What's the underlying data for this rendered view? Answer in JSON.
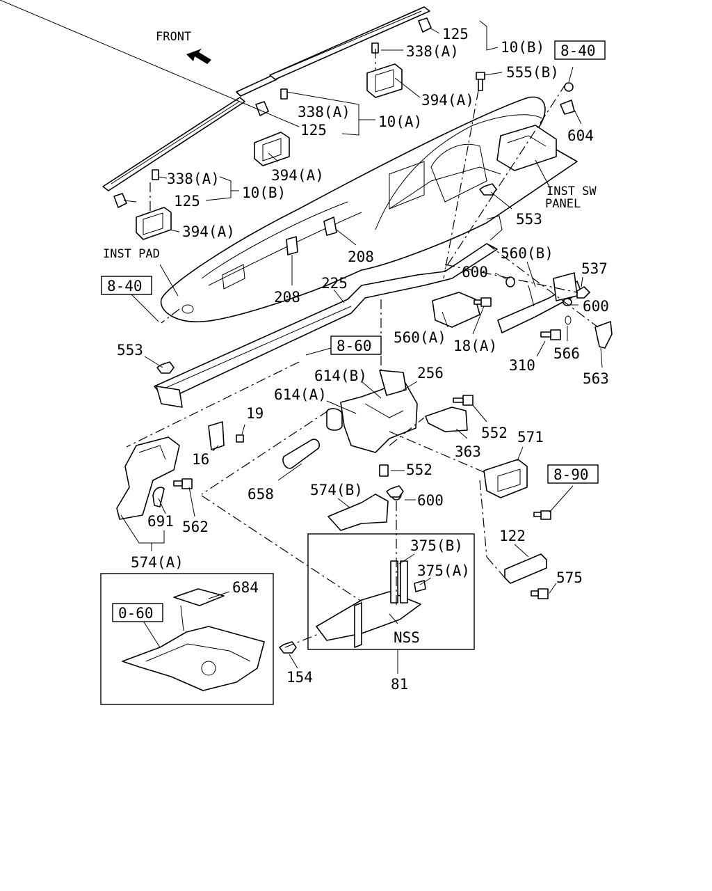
{
  "diagram": {
    "direction_label": "FRONT",
    "labels": {
      "p125_top": "125",
      "p10b_top": "10(B)",
      "p338a_top": "338(A)",
      "p555b": "555(B)",
      "p394a_top": "394(A)",
      "ref_8_40_top": "8-40",
      "p604": "604",
      "p338a_mid": "338(A)",
      "p10a": "10(A)",
      "p125_mid": "125",
      "p394a_mid": "394(A)",
      "inst_sw_panel_1": "INST SW",
      "inst_sw_panel_2": "PANEL",
      "p338a_left": "338(A)",
      "p10b_left": "10(B)",
      "p125_left": "125",
      "p553_top": "553",
      "p394a_left": "394(A)",
      "inst_pad": "INST PAD",
      "p208_a": "208",
      "p208_b": "208",
      "p560b": "560(B)",
      "p537": "537",
      "p600_a": "600",
      "p600_b": "600",
      "ref_8_40_left": "8-40",
      "p225": "225",
      "p560a": "560(A)",
      "p18a": "18(A)",
      "p310": "310",
      "p566": "566",
      "p553_left": "553",
      "ref_8_60": "8-60",
      "p563": "563",
      "p614b": "614(B)",
      "p256": "256",
      "p614a": "614(A)",
      "p19": "19",
      "p16": "16",
      "p552_a": "552",
      "p571": "571",
      "p363": "363",
      "p552_b": "552",
      "ref_8_90": "8-90",
      "p658": "658",
      "p574b": "574(B)",
      "p600_c": "600",
      "p691": "691",
      "p562": "562",
      "p122": "122",
      "p574a": "574(A)",
      "p375b": "375(B)",
      "p375a": "375(A)",
      "p575": "575",
      "p684": "684",
      "ref_0_60": "0-60",
      "nss": "NSS",
      "p154": "154",
      "p81": "81"
    }
  }
}
